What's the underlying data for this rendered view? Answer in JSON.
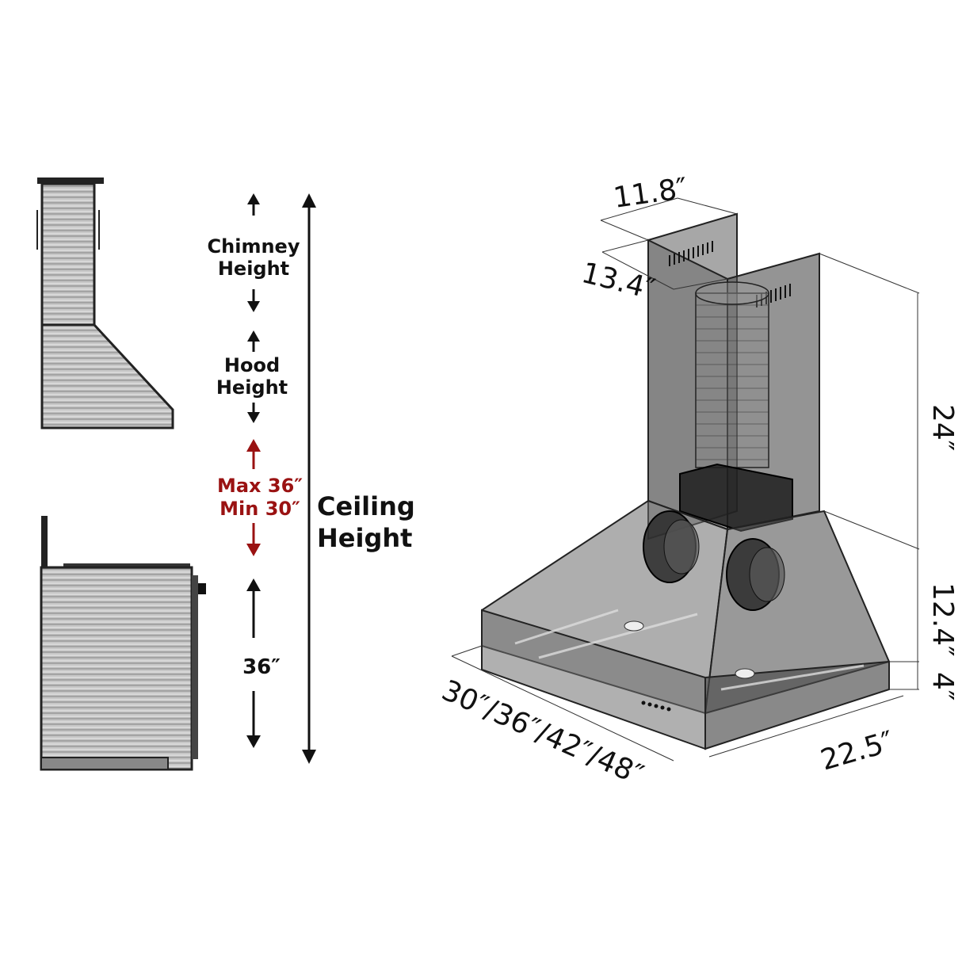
{
  "left_diagram": {
    "chimney_label_line1": "Chimney",
    "chimney_label_line2": "Height",
    "hood_label_line1": "Hood",
    "hood_label_line2": "Height",
    "clearance_max": "Max 36″",
    "clearance_min": "Min 30″",
    "range_height": "36″",
    "ceiling_label_line1": "Ceiling",
    "ceiling_label_line2": "Height",
    "clearance_color": "#9a1212"
  },
  "right_diagram": {
    "chimney_width": "11.8″",
    "chimney_depth": "13.4″",
    "chimney_height": "24″",
    "hood_height": "12.4″",
    "front_height": "4″",
    "widths": "30″/36″/42″/48″",
    "depth": "22.5″"
  }
}
